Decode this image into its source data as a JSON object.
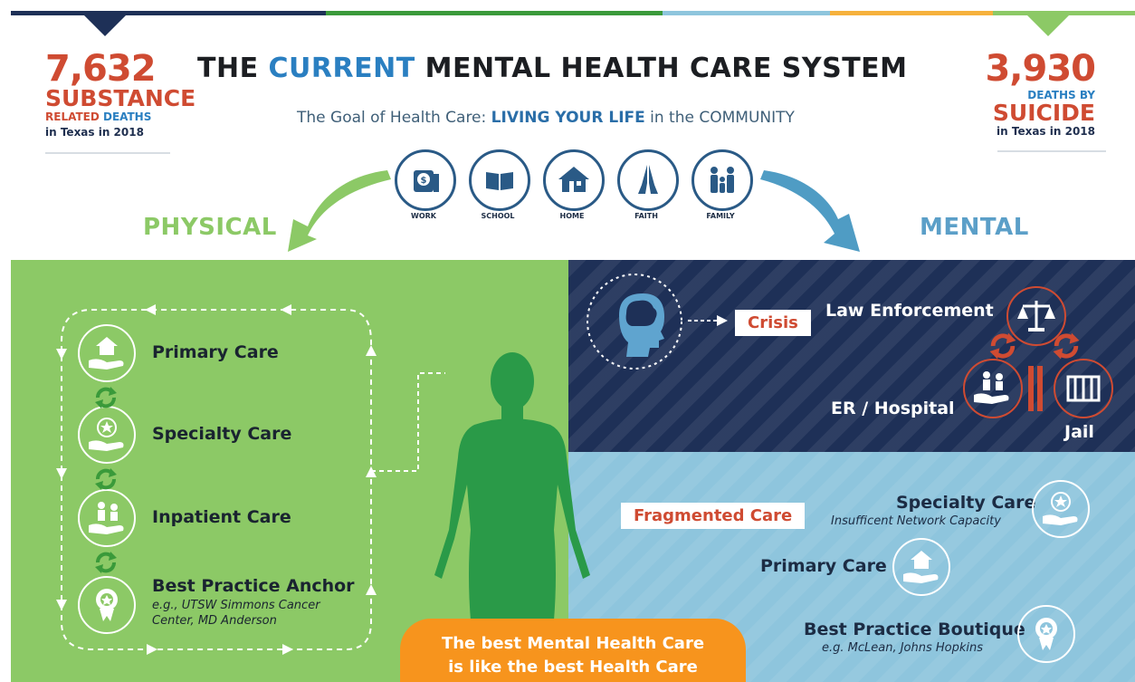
{
  "colors": {
    "navy": "#1c2c44",
    "blue": "#2a7fc1",
    "green": "#8cc966",
    "dark_green": "#3a9a3a",
    "light_blue": "#8ec5dd",
    "dark_navy": "#1e3057",
    "red": "#cf4b32",
    "orange": "#f7941d"
  },
  "stats_left": {
    "number": "7,632",
    "big": "SUBSTANCE",
    "line1a": "RELATED",
    "line1b": "DEATHS",
    "place": "in Texas in 2018"
  },
  "stats_right": {
    "number": "3,930",
    "small": "DEATHS BY",
    "big": "SUICIDE",
    "place": "in Texas in 2018"
  },
  "header": {
    "title_pre": "THE",
    "title_accent": "CURRENT",
    "title_post": "MENTAL HEALTH CARE SYSTEM",
    "subtitle_pre": "The Goal of Health Care:",
    "subtitle_strong": "LIVING YOUR LIFE",
    "subtitle_post": "in the COMMUNITY"
  },
  "life_icons": [
    {
      "label": "WORK",
      "icon": "money-icon"
    },
    {
      "label": "SCHOOL",
      "icon": "book-icon"
    },
    {
      "label": "HOME",
      "icon": "house-icon"
    },
    {
      "label": "FAITH",
      "icon": "praying-hands-icon"
    },
    {
      "label": "FAMILY",
      "icon": "family-icon"
    }
  ],
  "sections": {
    "physical": "PHYSICAL",
    "mental": "MENTAL"
  },
  "physical_care": {
    "items": [
      {
        "label": "Primary Care",
        "icon": "hand-house-icon"
      },
      {
        "label": "Specialty Care",
        "icon": "hand-star-icon"
      },
      {
        "label": "Inpatient Care",
        "icon": "hand-people-icon"
      },
      {
        "label": "Best Practice Anchor",
        "icon": "award-ribbon-icon"
      }
    ],
    "anchor_note_1": "e.g., UTSW Simmons Cancer",
    "anchor_note_2": "Center, MD Anderson"
  },
  "crisis": {
    "tag": "Crisis",
    "law": "Law Enforcement",
    "er": "ER / Hospital",
    "jail": "Jail"
  },
  "fragmented": {
    "tag": "Fragmented Care",
    "specialty": "Specialty Care",
    "specialty_note": "Insufficent Network Capacity",
    "primary": "Primary Care",
    "boutique": "Best Practice Boutique",
    "boutique_note": "e.g. McLean, Johns Hopkins"
  },
  "footer": {
    "line1": "The best Mental Health Care",
    "line2": "is like the best Health Care"
  }
}
